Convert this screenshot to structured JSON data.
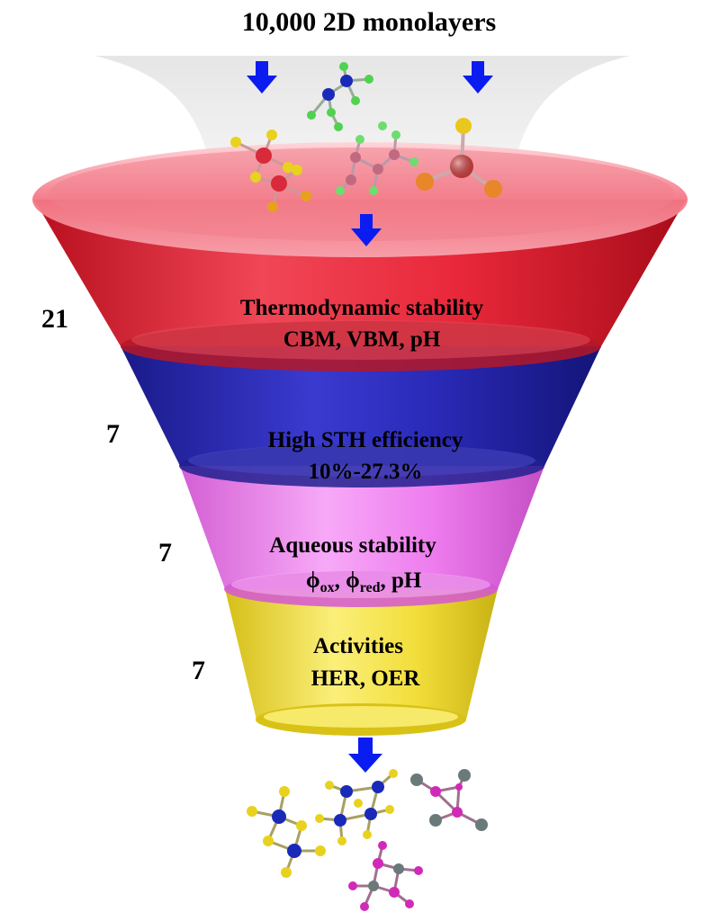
{
  "title": "10,000 2D monolayers",
  "stages": [
    {
      "line1": "Thermodynamic stability",
      "line2": "CBM, VBM, pH",
      "count": "21"
    },
    {
      "line1": "High STH efficiency",
      "line2": "10%-27.3%",
      "count": "7"
    },
    {
      "line1": "Aqueous stability",
      "phi": "ϕ",
      "sub_ox": "ox",
      "sub_red": "red",
      "sep": ", ",
      "tail": ", pH",
      "count": "7"
    },
    {
      "line1": "Activities",
      "line2": "HER, OER",
      "count": "7"
    }
  ],
  "colors": {
    "arrow": "#0a1cf0",
    "red_band": "#e8283a",
    "blue_band": "#2a2ab8",
    "pink_band": "#ee7bee",
    "yellow_band": "#f2de3a",
    "atom_yellow": "#e8d21e",
    "atom_blue": "#1a2ab8",
    "atom_green": "#4fd24f",
    "atom_red": "#d82a3a",
    "atom_orange": "#e8862a",
    "atom_magenta": "#d22ab8",
    "atom_gray": "#6a7a78"
  }
}
